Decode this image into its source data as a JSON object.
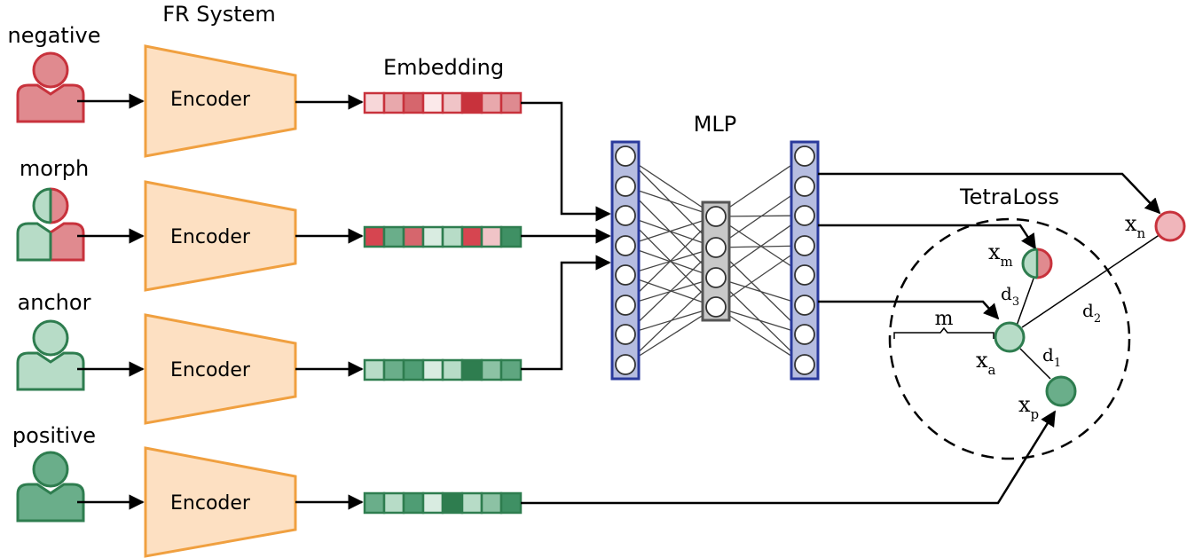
{
  "titles": {
    "fr_system": "FR System",
    "embedding": "Embedding",
    "mlp": "MLP",
    "tetraloss": "TetraLoss"
  },
  "inputs": [
    {
      "label": "negative",
      "encoder": "Encoder",
      "kind": "negative"
    },
    {
      "label": "morph",
      "encoder": "Encoder",
      "kind": "morph"
    },
    {
      "label": "anchor",
      "encoder": "Encoder",
      "kind": "anchor"
    },
    {
      "label": "positive",
      "encoder": "Encoder",
      "kind": "positive"
    }
  ],
  "loss_labels": {
    "xn": "x",
    "xn_sub": "n",
    "xm": "x",
    "xm_sub": "m",
    "xa": "x",
    "xa_sub": "a",
    "xp": "x",
    "xp_sub": "p",
    "d1": "d",
    "d1_sub": "1",
    "d2": "d",
    "d2_sub": "2",
    "d3": "d",
    "d3_sub": "3",
    "margin": "m"
  },
  "colors": {
    "encoder_fill": "#fde0c2",
    "encoder_stroke": "#f0a040",
    "red_stroke": "#c8323c",
    "red_fill": "#e08a8f",
    "green_stroke": "#2e7d4f",
    "green_light": "#b7dcc7",
    "green_mid": "#6aae8a",
    "layer_fill": "#b6bde0",
    "layer_stroke": "#2a3a9c",
    "hidden_fill": "#c8c8c8",
    "hidden_stroke": "#555555"
  }
}
